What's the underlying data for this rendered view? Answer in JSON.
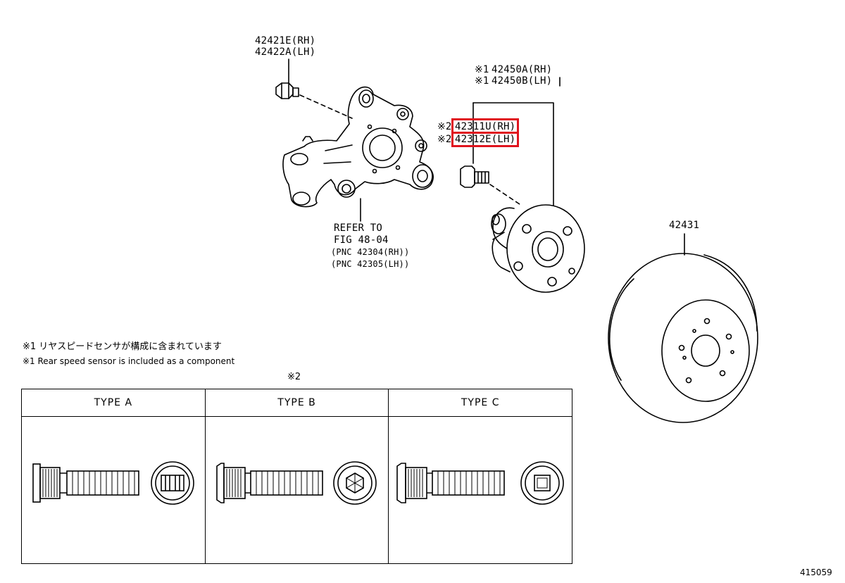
{
  "labels": {
    "knuckle_bolt": [
      "42421E(RH)",
      "42422A(LH)"
    ],
    "hub_assembly_prefix": "※1",
    "hub_assembly": [
      "42450A(RH)",
      "42450B(LH)"
    ],
    "hub_bolt_prefix": "※2",
    "hub_bolt": [
      "42311U(RH)",
      "42312E(LH)"
    ],
    "disc": "42431",
    "refer_to": [
      "REFER TO",
      "FIG 48-04",
      "(PNC 42304(RH))",
      "(PNC 42305(LH))"
    ]
  },
  "notes": {
    "jp": "※1 リヤスピードセンサが構成に含まれています",
    "en": "※1 Rear speed sensor is included as a component",
    "table_ref": "※2"
  },
  "table": {
    "columns": [
      {
        "header": "TYPE A",
        "head_style": "slot"
      },
      {
        "header": "TYPE B",
        "head_style": "hex"
      },
      {
        "header": "TYPE C",
        "head_style": "square"
      }
    ]
  },
  "figure_number": "415059",
  "colors": {
    "line": "#000000",
    "highlight": "#e0141e",
    "background": "#ffffff"
  }
}
